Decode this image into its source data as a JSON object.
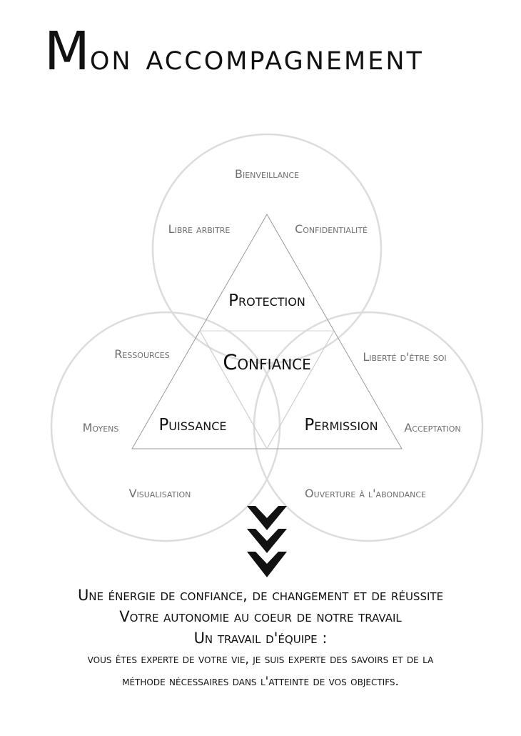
{
  "title": {
    "first_letter": "M",
    "rest": "on accompagnement"
  },
  "diagram": {
    "circles": {
      "top": "Protection circle",
      "left": "Puissance circle",
      "right": "Permission circle"
    },
    "top_words": [
      "Bienveillance",
      "Libre arbitre",
      "Confidentialité"
    ],
    "left_words": [
      "Ressources",
      "Moyens",
      "Visualisation"
    ],
    "right_words": [
      "Liberté d'être soi",
      "Acceptation",
      "Ouverture à l'abondance"
    ],
    "centers": {
      "top": "Protection",
      "left": "Puissance",
      "right": "Permission"
    },
    "core": "Confiance",
    "colors": {
      "circle_stroke": "#dcdcdc",
      "triangle_stroke": "#9a9a9a",
      "grey_text": "#6f6f6f",
      "arrow": "#111111"
    },
    "arrow_icon": "triple-chevron-down"
  },
  "bottom": {
    "line1": "Une énergie de confiance, de changement et de réussite",
    "line2": "Votre autonomie au coeur de notre travail",
    "line3": "Un travail d'équipe :",
    "line4": "vous êtes experte de votre vie, je suis experte des savoirs et de la",
    "line5": "méthode nécessaires dans l'atteinte de vos objectifs."
  }
}
